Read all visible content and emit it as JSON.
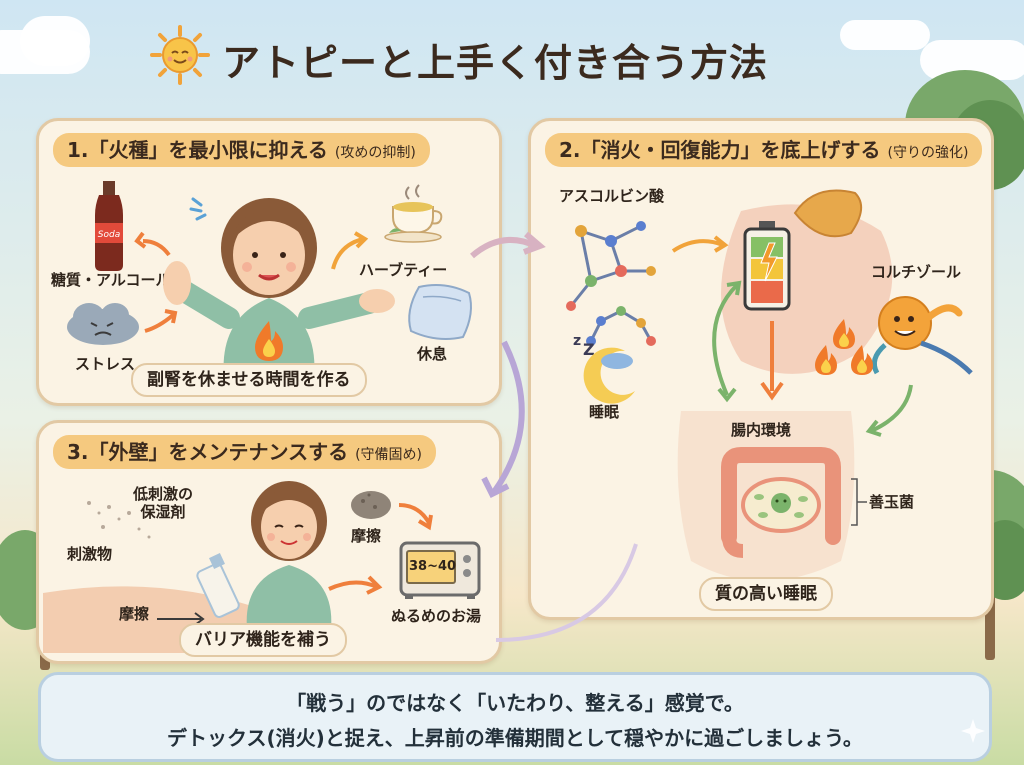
{
  "title": "アトピーと上手く付き合う方法",
  "panel1": {
    "heading": "1.「火種」を最小限に抑える",
    "heading_sub": "(攻めの抑制)",
    "label_sugar": "糖質・アルコール",
    "label_stress": "ストレス",
    "label_herb": "ハーブティー",
    "label_rest": "休息",
    "soda_text": "Soda",
    "footer": "副腎を休ませる時間を作る"
  },
  "panel2": {
    "heading": "2.「消火・回復能力」を底上げする",
    "heading_sub": "(守りの強化)",
    "label_vitc": "アスコルビン酸",
    "label_cortisol": "コルチゾール",
    "label_sleep": "睡眠",
    "label_gut": "腸内環境",
    "label_bacteria": "善玉菌",
    "footer": "質の高い睡眠"
  },
  "panel3": {
    "heading": "3.「外壁」をメンテナンスする",
    "heading_sub": "(守備固め)",
    "label_moist": "低刺激の\n保湿剤",
    "label_irritant": "刺激物",
    "label_friction1": "摩擦",
    "label_friction2": "摩擦",
    "label_bath": "ぬるめのお湯",
    "temp": "38~40",
    "footer": "バリア機能を補う"
  },
  "message": {
    "line1": "「戦う」のではなく「いたわり、整える」感覚で。",
    "line2": "デトックス(消火)と捉え、上昇前の準備期間として穏やかに過ごしましょう。"
  },
  "colors": {
    "panel_bg": "#fbf3e4",
    "header_bg": "#f5c97f",
    "accent_orange": "#ef7f3c",
    "accent_green": "#7bb36b",
    "accent_purple": "#b8a6d6",
    "message_bg": "#e9f2f7"
  },
  "icons": [
    "sun-icon",
    "soda-bottle-icon",
    "stress-cloud-icon",
    "tea-cup-icon",
    "pillow-icon",
    "fire-icon",
    "molecule-icon",
    "battery-icon",
    "adrenal-icon",
    "cortisol-character-icon",
    "moon-sleep-icon",
    "intestine-icon",
    "microwave-icon",
    "lotion-bottle-icon",
    "dust-icon"
  ]
}
